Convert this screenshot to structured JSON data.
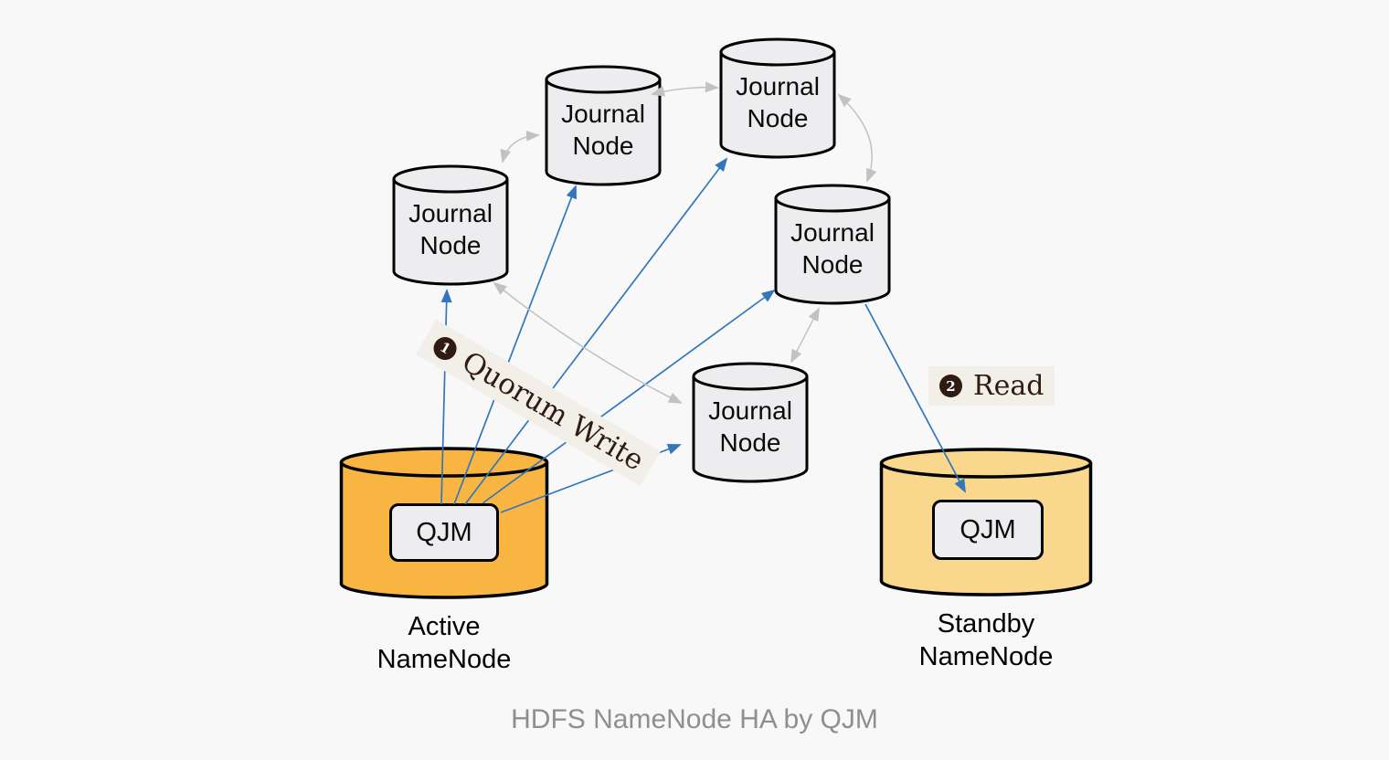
{
  "title": "HDFS NameNode HA by QJM",
  "journal_nodes": [
    {
      "id": "journal-node-left",
      "line1": "Journal",
      "line2": "Node"
    },
    {
      "id": "journal-node-top-middle",
      "line1": "Journal",
      "line2": "Node"
    },
    {
      "id": "journal-node-top-right",
      "line1": "Journal",
      "line2": "Node"
    },
    {
      "id": "journal-node-right",
      "line1": "Journal",
      "line2": "Node"
    },
    {
      "id": "journal-node-bottom",
      "line1": "Journal",
      "line2": "Node"
    }
  ],
  "active": {
    "qjm": "QJM",
    "caption_line1": "Active",
    "caption_line2": "NameNode"
  },
  "standby": {
    "qjm": "QJM",
    "caption_line1": "Standby",
    "caption_line2": "NameNode"
  },
  "annotations": {
    "quorum_write": {
      "step": "1",
      "label": "Quorum Write"
    },
    "read": {
      "step": "2",
      "label": "Read"
    }
  },
  "edges": {
    "writes": [
      {
        "from": "active-qjm",
        "to": "journal-node-left"
      },
      {
        "from": "active-qjm",
        "to": "journal-node-top-middle"
      },
      {
        "from": "active-qjm",
        "to": "journal-node-top-right"
      },
      {
        "from": "active-qjm",
        "to": "journal-node-right"
      },
      {
        "from": "active-qjm",
        "to": "journal-node-bottom"
      }
    ],
    "read": {
      "from": "journal-node-right",
      "to": "standby-qjm"
    },
    "peers": [
      {
        "a": "journal-node-left",
        "b": "journal-node-top-middle"
      },
      {
        "a": "journal-node-top-middle",
        "b": "journal-node-top-right"
      },
      {
        "a": "journal-node-top-right",
        "b": "journal-node-right"
      },
      {
        "a": "journal-node-right",
        "b": "journal-node-bottom"
      },
      {
        "a": "journal-node-left",
        "b": "journal-node-bottom"
      }
    ]
  },
  "colors": {
    "background": "#f8f8f8",
    "journal_fill": "#ededf0",
    "active_fill": "#f9b541",
    "standby_fill": "#f9d78d",
    "qjm_fill": "#ededf0",
    "outline": "#000000",
    "write_arrow": "#3276bc",
    "peer_arrow": "#c2c2c2",
    "annotation_text": "#2f1b12",
    "annotation_bg": "#f1efe7",
    "title_text": "#8e8e93"
  }
}
